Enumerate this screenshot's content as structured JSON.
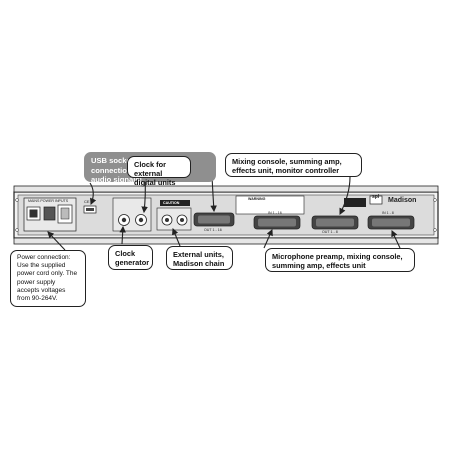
{
  "callouts": {
    "usb": "USB socket: computer connection for updates. No audio signals!",
    "clock_external": "Clock for external digital units",
    "mixing": "Mixing console, summing amp, effects unit, monitor controller",
    "power": "Power connection: Use the supplied power cord only. The power supply accepts voltages from 90-264V.",
    "clock_generator": "Clock generator",
    "external_units": "External units, Madison chain",
    "microphone": "Microphone preamp, mixing console, summing amp, effects unit"
  },
  "panel": {
    "brand": "Madison",
    "logo": "spl",
    "mains_label": "MAINS POWER INPUTS",
    "warning_label": "WARNING",
    "caution_label": "CAUTION",
    "out_label_1": "OUT 1 - 16",
    "out_label_2": "OUT 1 - 8",
    "in_label_1": "IN 1 - 16",
    "in_label_2": "IN 1 - 8"
  },
  "colors": {
    "usb_box": "#8f8f8f",
    "panel_face": "#dcdcdc",
    "outline": "#222222"
  }
}
